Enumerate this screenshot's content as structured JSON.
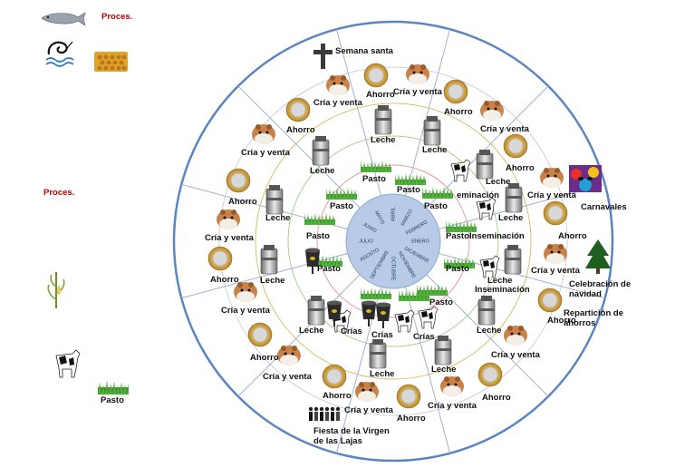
{
  "legend": {
    "proces_top": "Proces.",
    "proces_mid": "Proces.",
    "pasto": "Pasto",
    "icons": [
      "fish-icon",
      "fisherman-logo-icon",
      "honeycomb-icon",
      "maize-plant-icon",
      "cow-icon",
      "grass-icon"
    ]
  },
  "months": [
    "ENERO",
    "FEBRERO",
    "MARZO",
    "ABRIL",
    "MAYO",
    "JUNIO",
    "JULIO",
    "AGOSTO",
    "SEPTIEMBRE",
    "OCTUBRE",
    "NOVIEMBRE",
    "DICIEMBRE"
  ],
  "labels": {
    "semana_santa": "Semana santa",
    "carnavales": "Carnavales",
    "navidad": "Celebración de navidad",
    "ahorros": "Repartición de ahorros",
    "fiesta": "Fiesta de la Virgen de las Lajas",
    "cria": "Cría y venta",
    "ahorro": "Ahorro",
    "leche": "Leche",
    "pasto": "Pasto",
    "inseminacion": "Inseminación",
    "insem_cut": "eminación",
    "crias": "Crías"
  },
  "colors": {
    "circle": "#5b85c0",
    "center_disc": "#b7cbe6",
    "ring_red": "#e6a0a0",
    "ring_gold": "#d9c070",
    "ring_green": "#a8d08d",
    "label_red": "#c00000"
  }
}
